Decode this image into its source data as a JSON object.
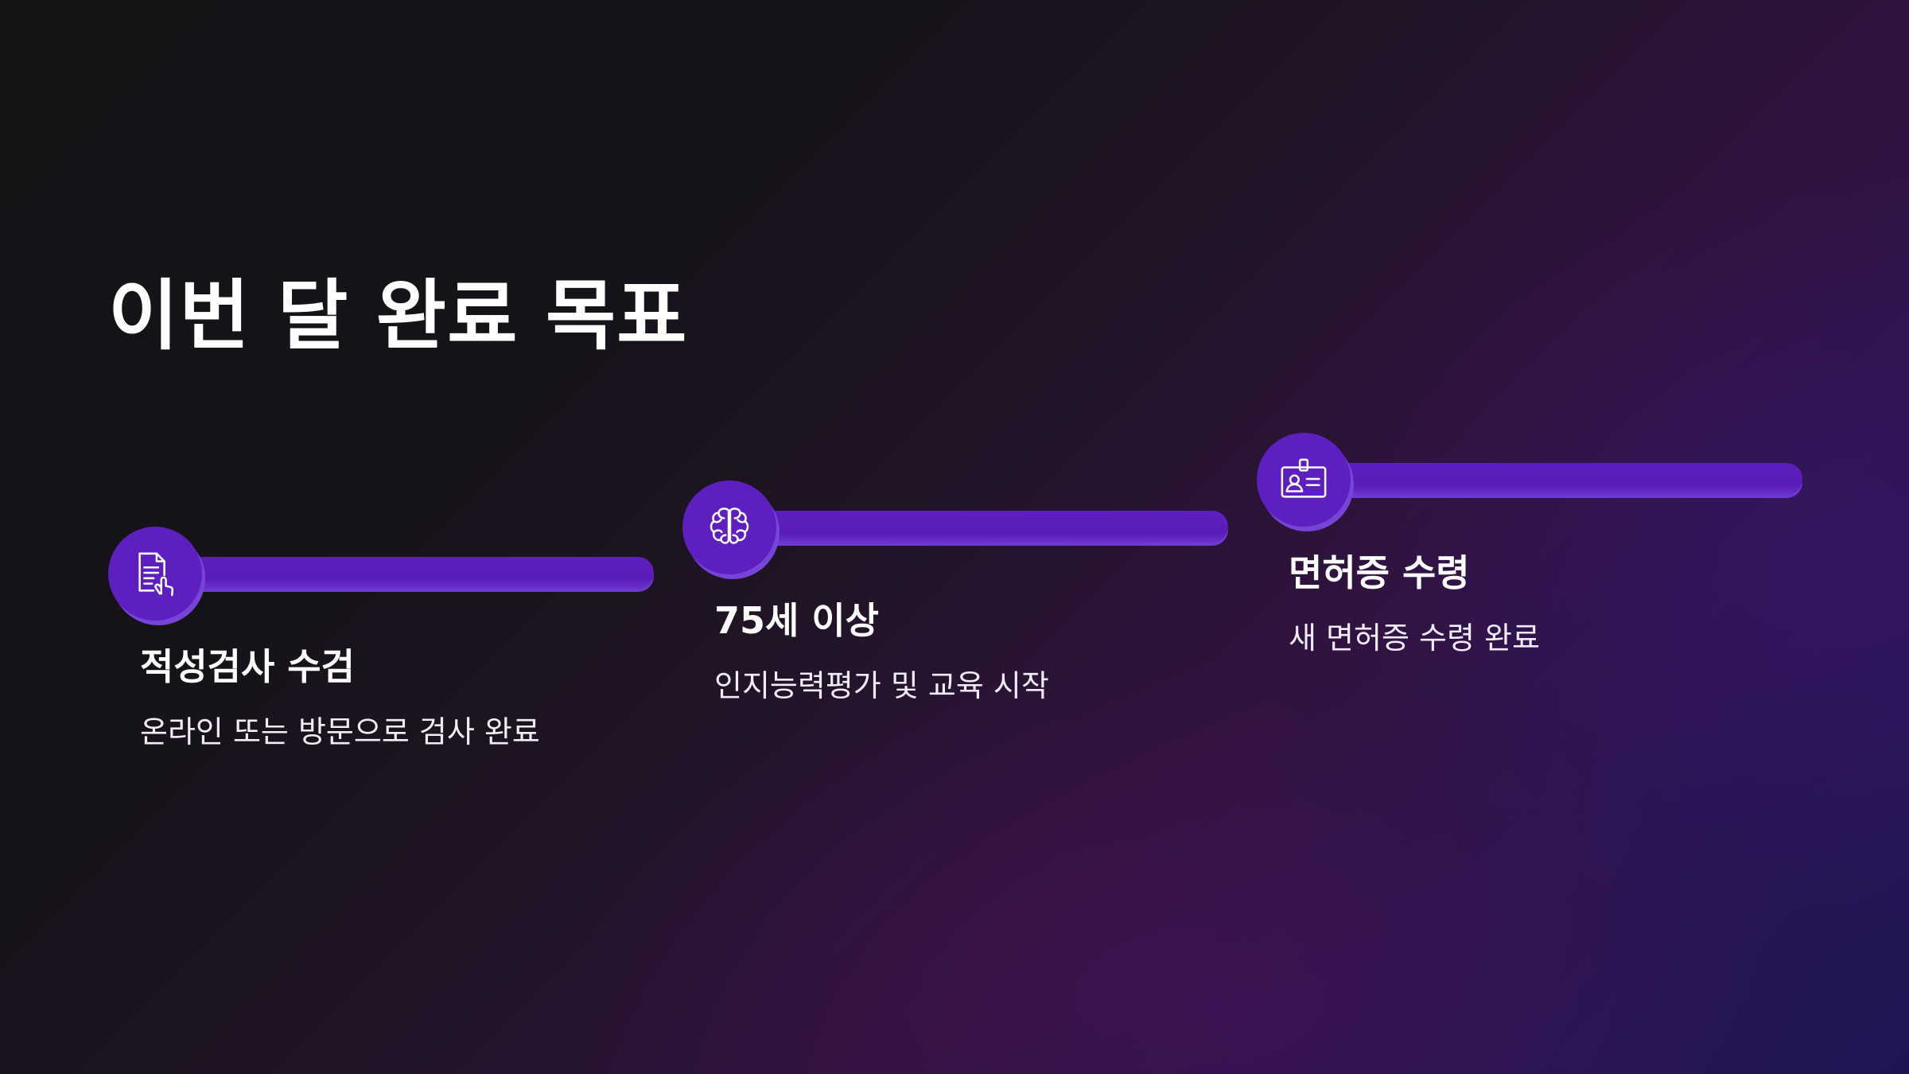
{
  "title": "이번 달 완료 목표",
  "steps": [
    {
      "icon": "document-touch-icon",
      "heading": "적성검사 수검",
      "description": "온라인 또는 방문으로 검사 완료"
    },
    {
      "icon": "brain-icon",
      "heading": "75세 이상",
      "description": "인지능력평가 및 교육 시작"
    },
    {
      "icon": "id-card-icon",
      "heading": "면허증 수령",
      "description": "새 면허증 수령 완료"
    }
  ],
  "colors": {
    "accent": "#5d1fbf",
    "accent_highlight": "#7744d8",
    "text": "#ffffff"
  }
}
